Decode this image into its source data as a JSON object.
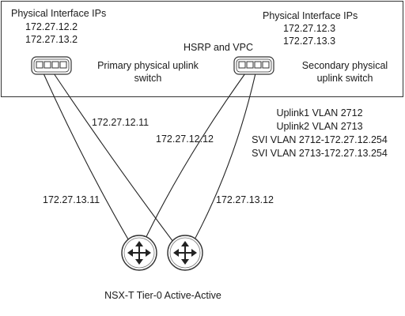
{
  "left_switch": {
    "header": "Physical Interface IPs",
    "ip1": "172.27.12.2",
    "ip2": "172.27.13.2",
    "label_line1": "Primary physical uplink",
    "label_line2": "switch"
  },
  "right_switch": {
    "header": "Physical Interface IPs",
    "ip1": "172.27.12.3",
    "ip2": "172.27.13.3",
    "label_line1": "Secondary  physical",
    "label_line2": "uplink switch"
  },
  "hsrp_label": "HSRP and VPC",
  "vlan_info": [
    "Uplink1 VLAN 2712",
    "Uplink2 VLAN 2713",
    "SVI VLAN 2712-172.27.12.254",
    "SVI VLAN 2713-172.27.13.254"
  ],
  "link_labels": {
    "l1": "172.27.12.11",
    "l2": "172.27.12.12",
    "l3": "172.27.13.11",
    "l4": "172.27.13.12"
  },
  "caption": "NSX-T Tier-0 Active-Active"
}
